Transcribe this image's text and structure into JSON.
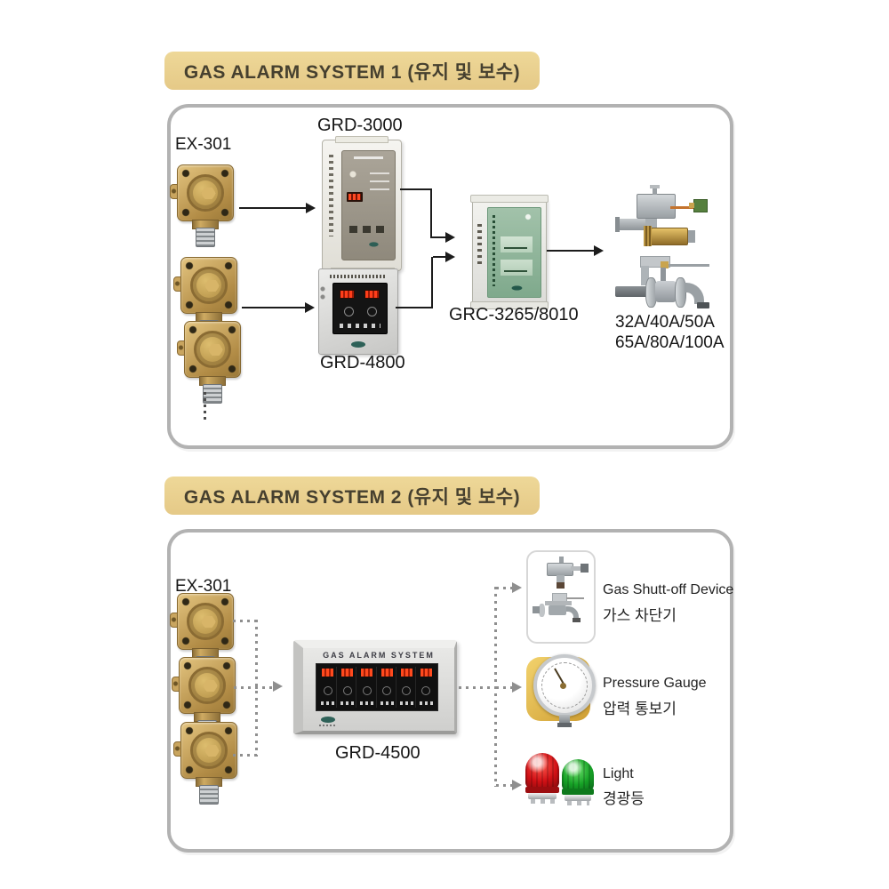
{
  "system1": {
    "banner": "GAS ALARM SYSTEM 1 (유지 및 보수)",
    "detector_label": "EX-301",
    "controller1_label": "GRD-3000",
    "controller2_label": "GRD-4800",
    "receiver_label": "GRC-3265/8010",
    "valve_sizes": [
      "32A/40A/50A",
      "65A/80A/100A"
    ]
  },
  "system2": {
    "banner": "GAS ALARM SYSTEM 2 (유지 및 보수)",
    "detector_label": "EX-301",
    "panel_label": "GRD-4500",
    "panel_title": "GAS ALARM SYSTEM",
    "channels": 6,
    "outputs": [
      {
        "en": "Gas Shutt-off Device",
        "ko": "가스 차단기"
      },
      {
        "en": "Pressure Gauge",
        "ko": "압력 통보기"
      },
      {
        "en": "Light",
        "ko": "경광등"
      }
    ]
  },
  "colors": {
    "banner_bg": "#e9cf92",
    "banner_text": "#46402f",
    "panel_border": "#b2b2b2",
    "line": "#1c1c1c",
    "dotted_line": "#8f8f8f",
    "detector_brass": "#c8a55e",
    "led_red": "#e8391d",
    "grc_panel_green": "#8cb79a",
    "beacon_red": "#d01015",
    "beacon_green": "#16a226",
    "gauge_gold": "#e0b84e"
  }
}
